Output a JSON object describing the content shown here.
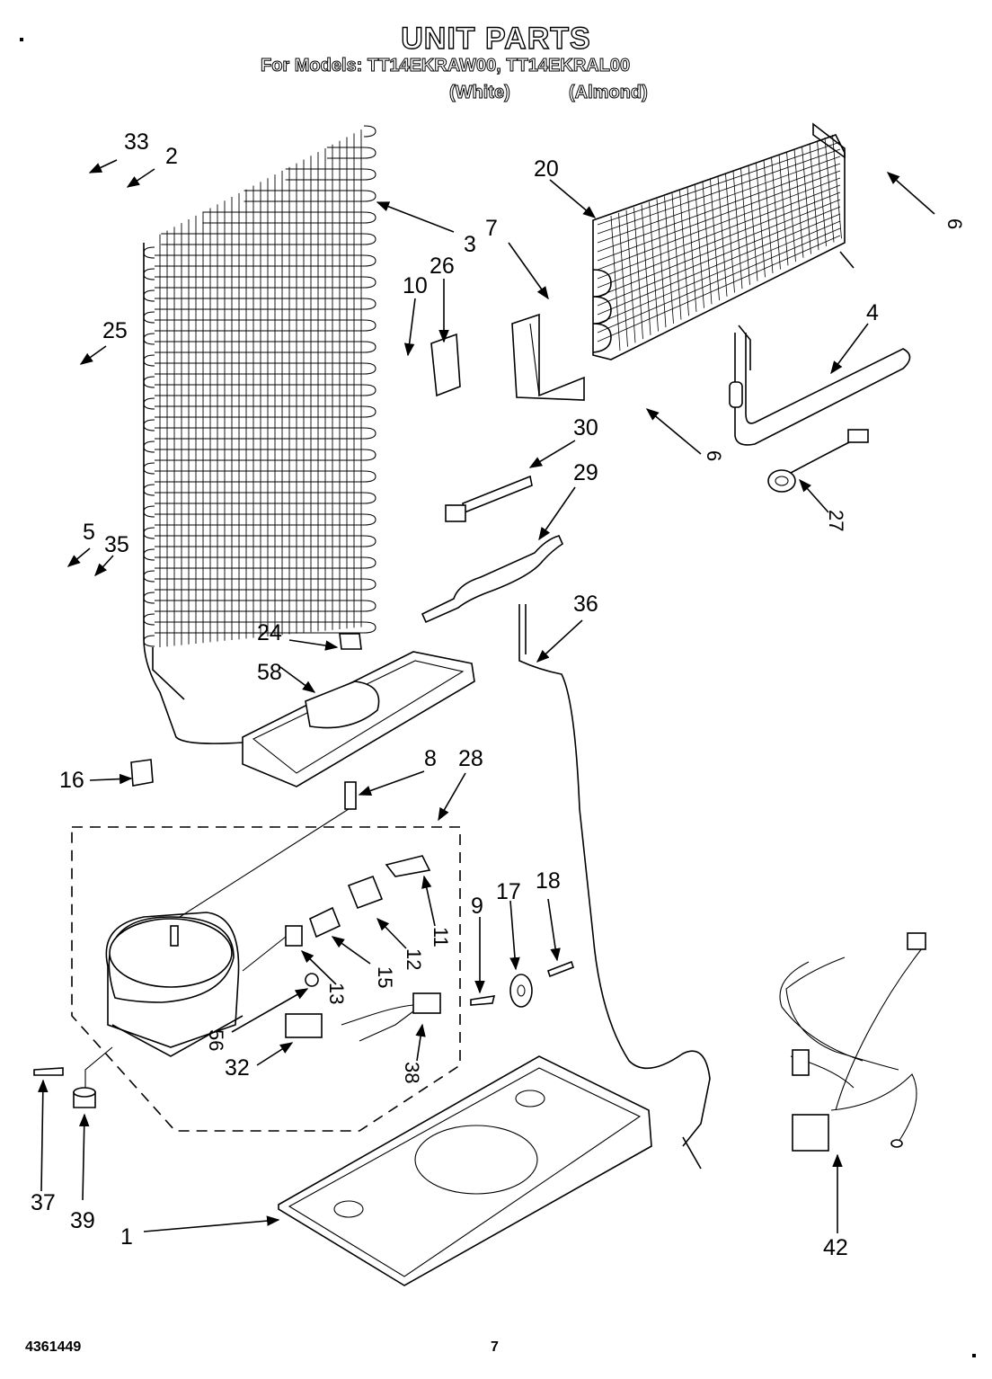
{
  "header": {
    "title": "UNIT PARTS",
    "models_line": "For Models: TT14EKRAW00, TT14EKRAL00",
    "variant_white": "(White)",
    "variant_almond": "(Almond)"
  },
  "footer": {
    "doc_number": "4361449",
    "page_number": "7"
  },
  "callouts": {
    "c1": "1",
    "c2": "2",
    "c3": "3",
    "c4": "4",
    "c5": "5",
    "c6a": "6",
    "c6b": "6",
    "c7": "7",
    "c8": "8",
    "c9": "9",
    "c10": "10",
    "c11": "11",
    "c12": "12",
    "c13": "13",
    "c15": "15",
    "c16": "16",
    "c17": "17",
    "c18": "18",
    "c20": "20",
    "c24": "24",
    "c25": "25",
    "c26": "26",
    "c27": "27",
    "c28": "28",
    "c29": "29",
    "c30": "30",
    "c32": "32",
    "c33": "33",
    "c35": "35",
    "c36": "36",
    "c37": "37",
    "c38": "38",
    "c39": "39",
    "c42": "42",
    "c56": "56",
    "c58": "58"
  }
}
